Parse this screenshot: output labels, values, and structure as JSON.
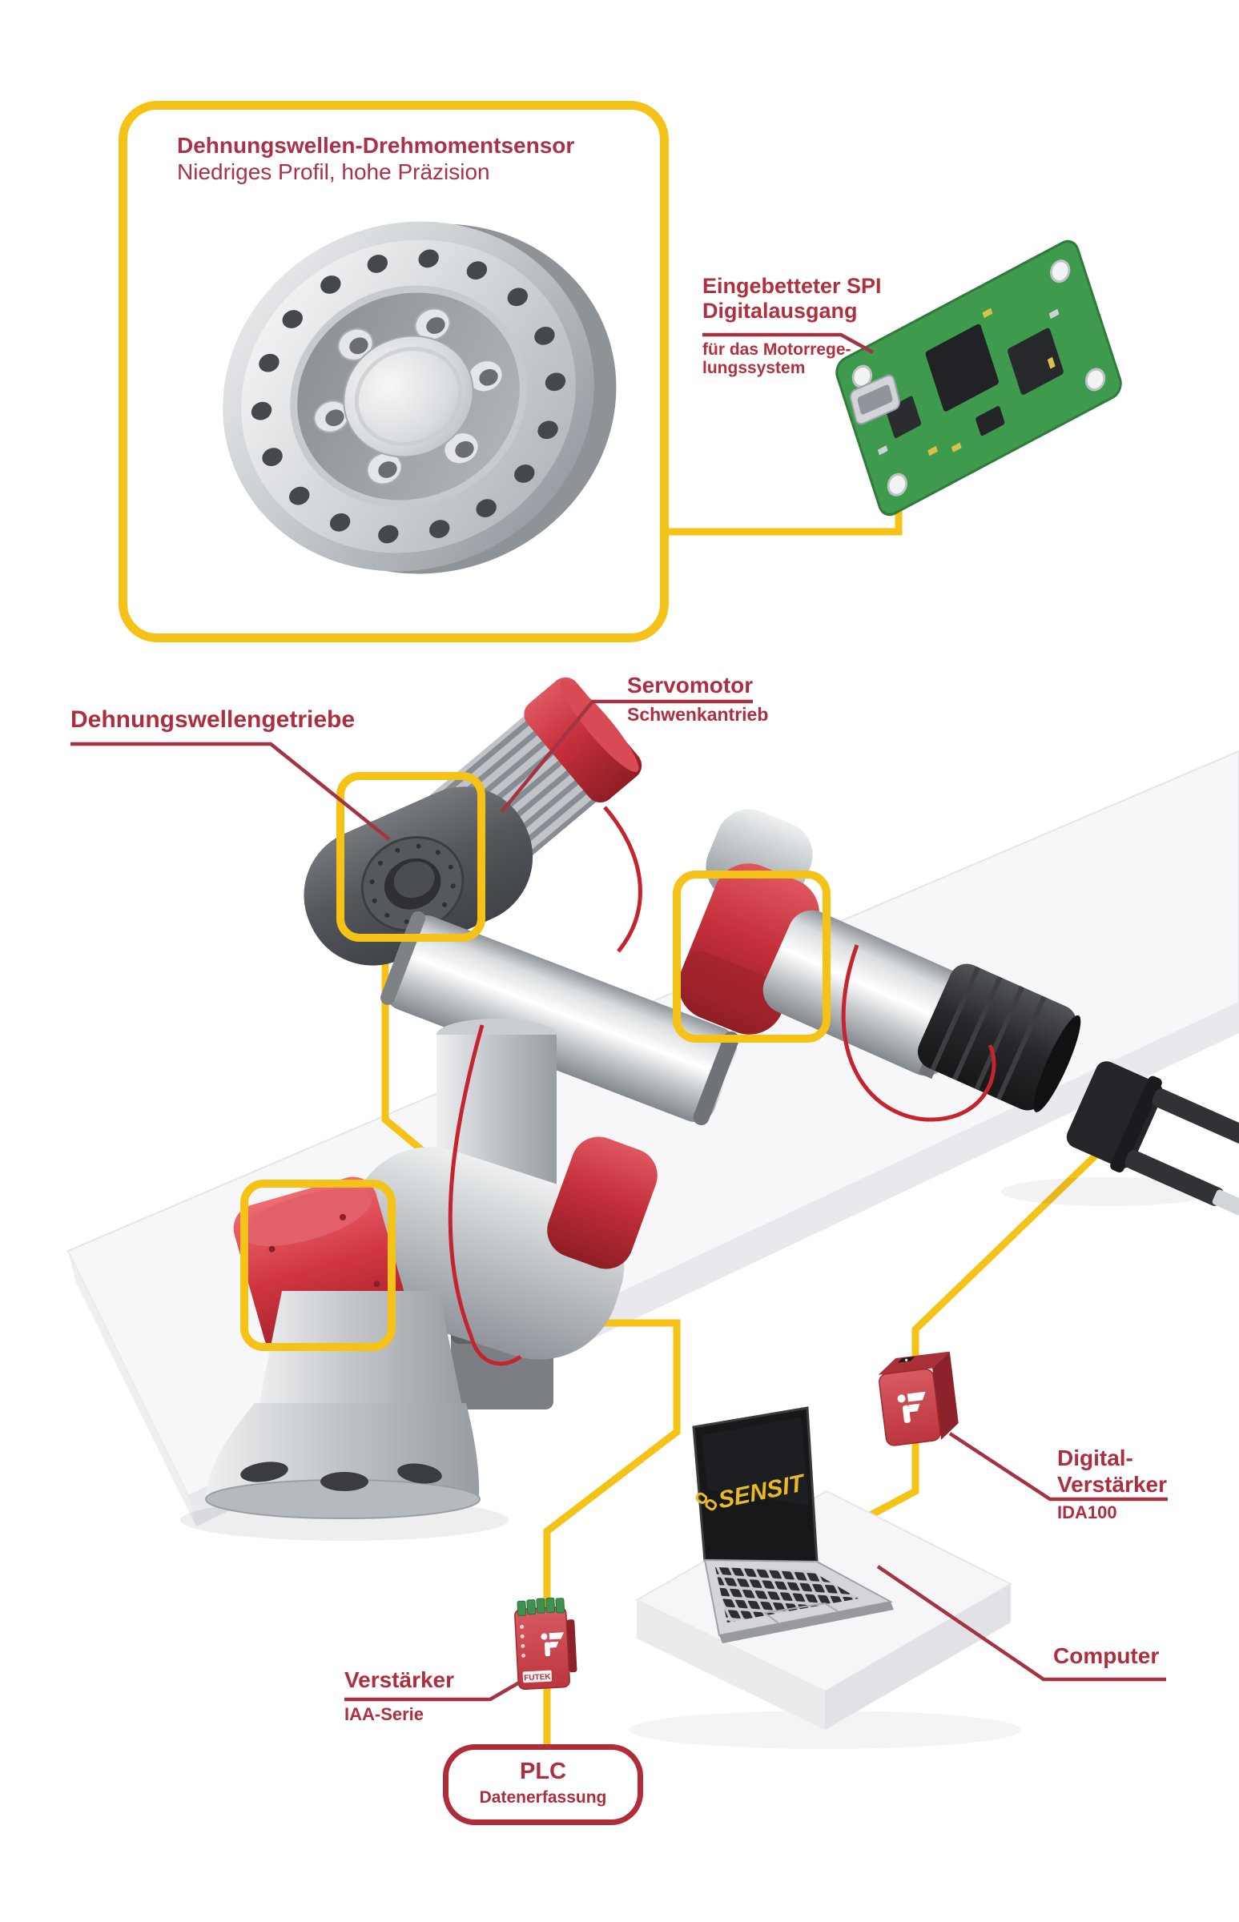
{
  "colors": {
    "accent_yellow": "#F5C217",
    "label_red": "#AE2E40",
    "title_red": "#A93148",
    "leader_line_red": "#A43441",
    "robot_red": "#C42F3A",
    "pcb_green": "#3E9A4C",
    "laptop_logo_yellow": "#E9BA24"
  },
  "sensor_callout": {
    "title": "Dehnungswellen-Drehmomentsensor",
    "subtitle": "Niedriges Profil, hohe Präzision"
  },
  "pcb_callout": {
    "title_line1": "Eingebetteter SPI",
    "title_line2": "Digitalausgang",
    "subtitle_line1": "für das Motorrege-",
    "subtitle_line2": "lungssystem"
  },
  "labels": {
    "gear": {
      "title": "Dehnungswellengetriebe"
    },
    "servomotor": {
      "title": "Servomotor",
      "subtitle": "Schwenkantrieb"
    },
    "digital_amplifier": {
      "title_line1": "Digital-",
      "title_line2": "Verstärker",
      "model": "IDA100"
    },
    "computer": {
      "title": "Computer"
    },
    "amplifier": {
      "title": "Verstärker",
      "model": "IAA-Serie"
    },
    "plc": {
      "title": "PLC",
      "subtitle": "Datenerfassung"
    }
  },
  "laptop": {
    "screen_logo": "SENSIT"
  },
  "devices": {
    "iaa_module_label": "FUTEK"
  }
}
